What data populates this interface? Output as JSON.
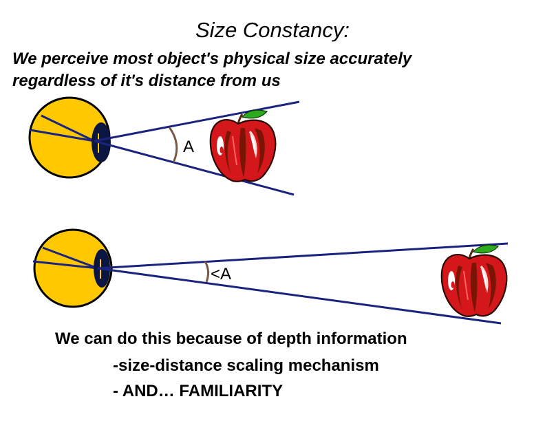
{
  "slide": {
    "title": "Size Constancy:",
    "subtitle_lines": [
      "We perceive most object's physical size accurately",
      "regardless of it's distance from us"
    ],
    "angle_near_label": "A",
    "angle_far_label": "<A",
    "footer_lines": [
      "We can do this because of depth information",
      "-size-distance scaling mechanism",
      "- AND… FAMILIARITY"
    ]
  },
  "colors": {
    "eye_fill": "#FFC800",
    "pupil": "#0B1640",
    "ray_line": "#1A237E",
    "apple_red": "#D3171B",
    "apple_dark": "#7A1405",
    "apple_highlight": "#FFFFFF",
    "leaf": "#2EAA1E",
    "angle_arc": "#7A5A44"
  }
}
